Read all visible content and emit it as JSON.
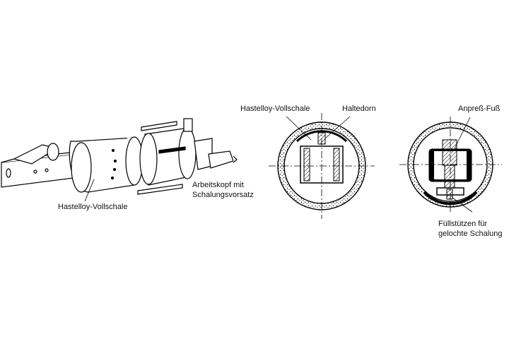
{
  "figure_left": {
    "label_shell": "Hastelloy-Vollschale",
    "label_head_line1": "Arbeitskopf mit",
    "label_head_line2": "Schalungsvorsatz"
  },
  "figure_middle": {
    "label_shell": "Hastelloy-Vollschale",
    "label_mandrel": "Haltedorn"
  },
  "figure_right": {
    "label_foot": "Anpreß-Fuß",
    "label_fill_line1": "Füllstützen für",
    "label_fill_line2": "gelochte Schalung"
  }
}
